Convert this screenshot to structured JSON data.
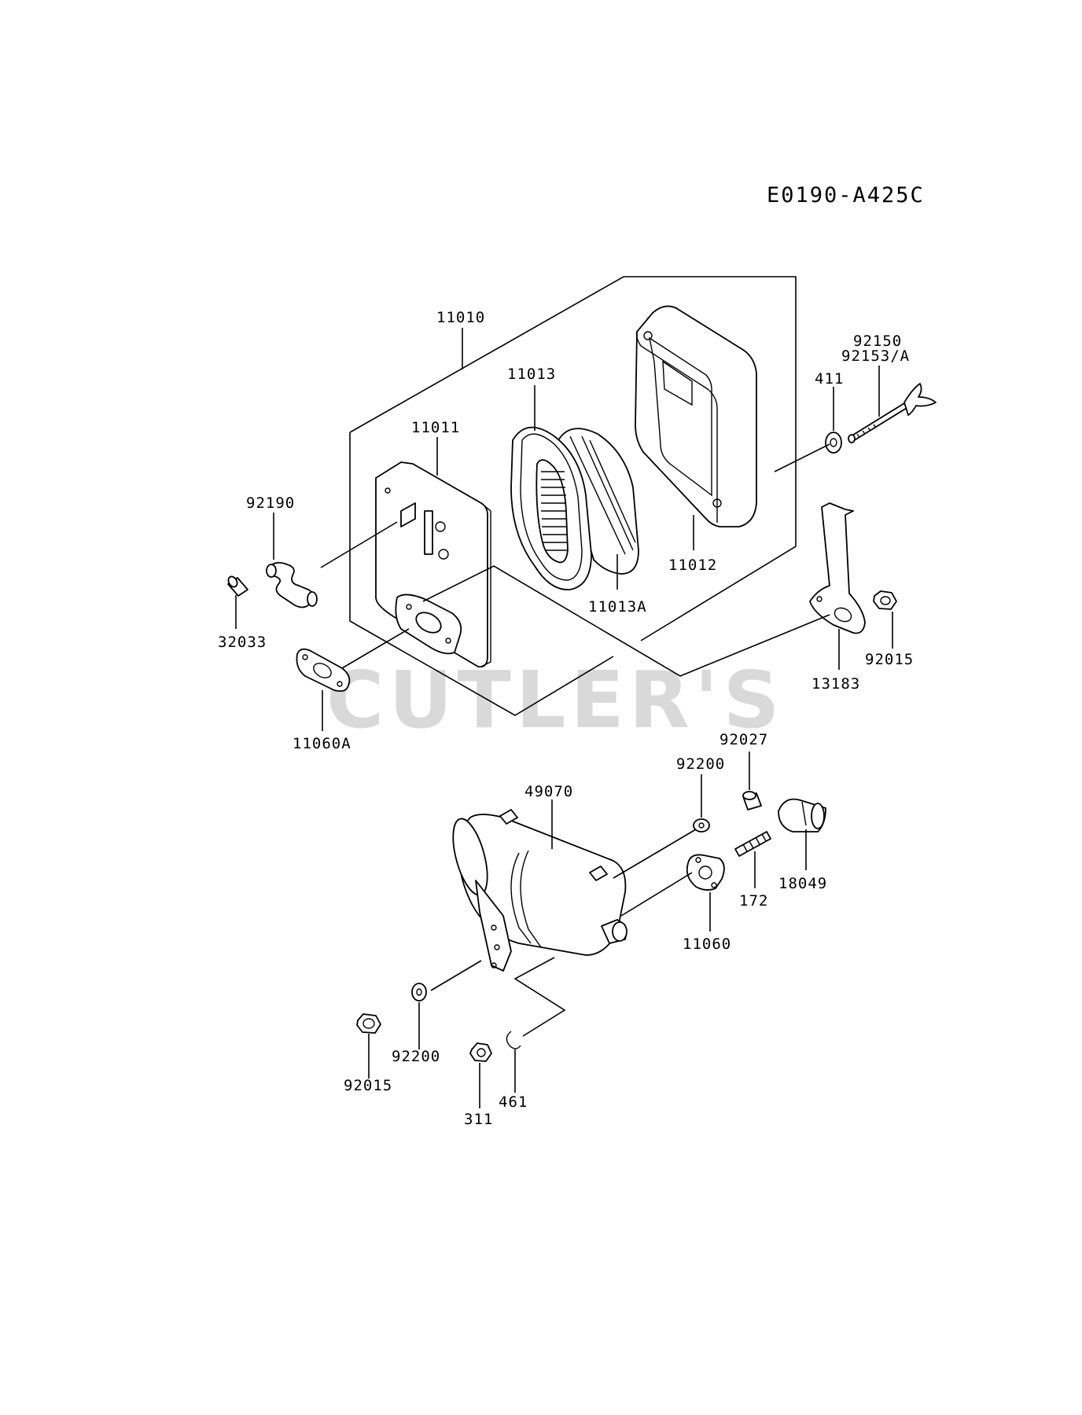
{
  "diagram_code": "E0190-A425C",
  "watermark": "CUTLER'S",
  "parts": {
    "p11010": "11010",
    "p11011": "11011",
    "p11012": "11012",
    "p11013": "11013",
    "p11013A": "11013A",
    "p92150": "92150",
    "p92153A": "92153/A",
    "p411": "411",
    "p92190": "92190",
    "p32033": "32033",
    "p11060A": "11060A",
    "p13183": "13183",
    "p92015_top": "92015",
    "p92027": "92027",
    "p92200_top": "92200",
    "p49070": "49070",
    "p172": "172",
    "p18049": "18049",
    "p11060": "11060",
    "p92015_bottom": "92015",
    "p92200_bottom": "92200",
    "p311": "311",
    "p461": "461"
  }
}
